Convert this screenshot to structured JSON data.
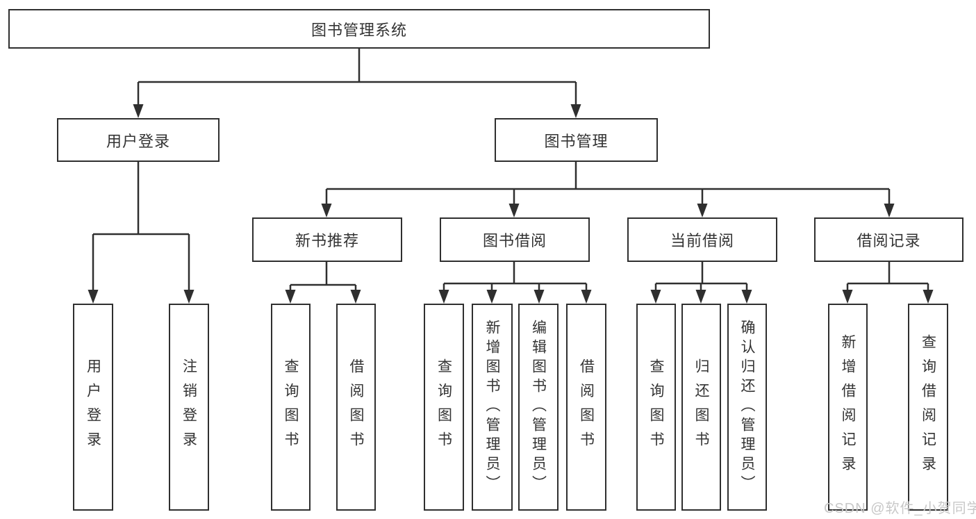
{
  "diagram": {
    "title_node": "图书管理系统",
    "tree": {
      "label": "图书管理系统",
      "children": [
        {
          "label": "用户登录",
          "children": [
            {
              "label": "用户登录"
            },
            {
              "label": "注销登录"
            }
          ]
        },
        {
          "label": "图书管理",
          "children": [
            {
              "label": "新书推荐",
              "children": [
                {
                  "label": "查询图书"
                },
                {
                  "label": "借阅图书"
                }
              ]
            },
            {
              "label": "图书借阅",
              "children": [
                {
                  "label": "查询图书"
                },
                {
                  "label": "新增图书（管理员）"
                },
                {
                  "label": "编辑图书（管理员）"
                },
                {
                  "label": "借阅图书"
                }
              ]
            },
            {
              "label": "当前借阅",
              "children": [
                {
                  "label": "查询图书"
                },
                {
                  "label": "归还图书"
                },
                {
                  "label": "确认归还（管理员）"
                }
              ]
            },
            {
              "label": "借阅记录",
              "children": [
                {
                  "label": "新增借阅记录"
                },
                {
                  "label": "查询借阅记录"
                }
              ]
            }
          ]
        }
      ]
    },
    "colors": {
      "line": "#2f2f2f",
      "text": "#333333",
      "background": "#ffffff",
      "watermark": "#c8c8c8"
    }
  },
  "watermark": "CSDN @软件_小贺同学"
}
